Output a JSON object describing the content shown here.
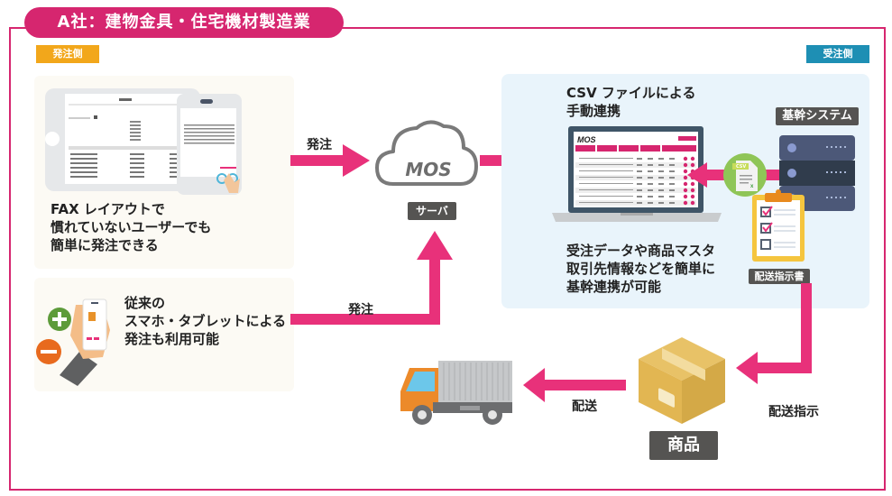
{
  "header": {
    "title": "A社：建物金具・住宅機材製造業"
  },
  "sides": {
    "order_side": "発注側",
    "receive_side": "受注側"
  },
  "fax_panel": {
    "lines": [
      "FAX レイアウトで",
      "慣れていないユーザーでも",
      "簡単に発注できる"
    ]
  },
  "phone_panel": {
    "lines": [
      "従来の",
      "スマホ・タブレットによる",
      "発注も利用可能"
    ]
  },
  "flows": {
    "order_top": "発注",
    "order_bottom": "発注",
    "delivery": "配送",
    "delivery_instruction": "配送指示"
  },
  "server": {
    "logo": "MOS",
    "label": "サーバ"
  },
  "csv_panel": {
    "heading": [
      "CSV ファイルによる",
      "手動連携"
    ],
    "description": [
      "受注データや商品マスタ",
      "取引先情報などを簡単に",
      "基幹連携が可能"
    ],
    "laptop_logo": "MOS",
    "csv_icon_label": "CSV"
  },
  "core_system": {
    "label": "基幹システム"
  },
  "clipboard": {
    "label": "配送指示書"
  },
  "product": {
    "label": "商品"
  },
  "colors": {
    "accent": "#d6266f",
    "arrow": "#e8317a",
    "order_tag": "#f2a71b",
    "receive_tag": "#1e8fb4",
    "dark_label": "#555452"
  }
}
